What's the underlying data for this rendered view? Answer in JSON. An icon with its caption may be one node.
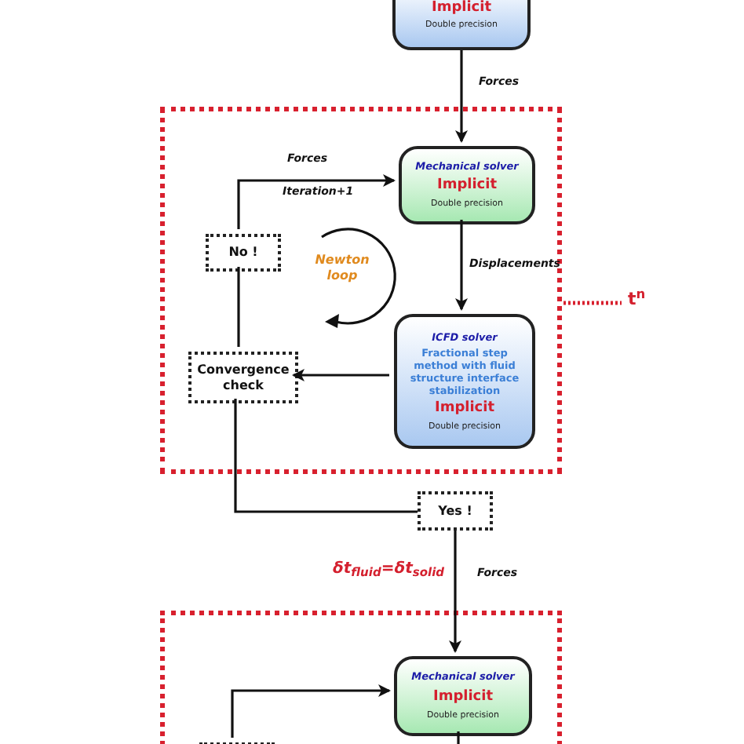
{
  "diagram": {
    "nodes": [
      {
        "text": [
          "Implicit",
          "Double precision"
        ]
      },
      {
        "text": [],
        "shape": "box",
        "beside": [
          "t$^{n}$"
        ]
      },
      {
        "text": [
          "Mechanical solver",
          "Implicit",
          "Double precision"
        ],
        "in": 1
      },
      {
        "text": [
          "No !"
        ],
        "in": 1
      },
      {
        "text": [
          "Convergence check"
        ],
        "in": 1
      },
      {
        "text": [
          "ICFD solver",
          "Fractional step method with fluid structure interface stabilization",
          "Implicit",
          "Double precision"
        ],
        "in": 1
      },
      {
        "text": [
          "Yes !"
        ]
      },
      {
        "text": [],
        "shape": "box"
      },
      {
        "text": [
          "Mechanical solver",
          "Implicit",
          "Double precision"
        ],
        "in": 7
      },
      {
        "text": [],
        "shape": "box",
        "in": 7
      }
    ],
    "edges": [
      {
        "from": 0,
        "to": 2,
        "arrow": "to",
        "label": "Forces"
      },
      {
        "from": 2,
        "to": 5,
        "arrow": "to",
        "label": "Displacements"
      },
      {
        "from": 5,
        "to": 4,
        "arrow": "to"
      },
      {
        "from": 4,
        "to": 3,
        "arrow": "none"
      },
      {
        "from": 3,
        "to": 2,
        "arrow": "to",
        "label": "Forces"
      },
      {
        "from": 4,
        "to": 6,
        "arrow": "none"
      },
      {
        "from": 6,
        "to": 8,
        "arrow": "to",
        "label": "Forces"
      },
      {
        "from": 9,
        "to": 8,
        "arrow": "to"
      },
      {
        "from": 8,
        "to": null,
        "arrow": "none"
      }
    ],
    "labels": [
      "Iteration+1",
      "Newton loop",
      "δt$_{fluid}$=δt$_{solid}$"
    ]
  }
}
